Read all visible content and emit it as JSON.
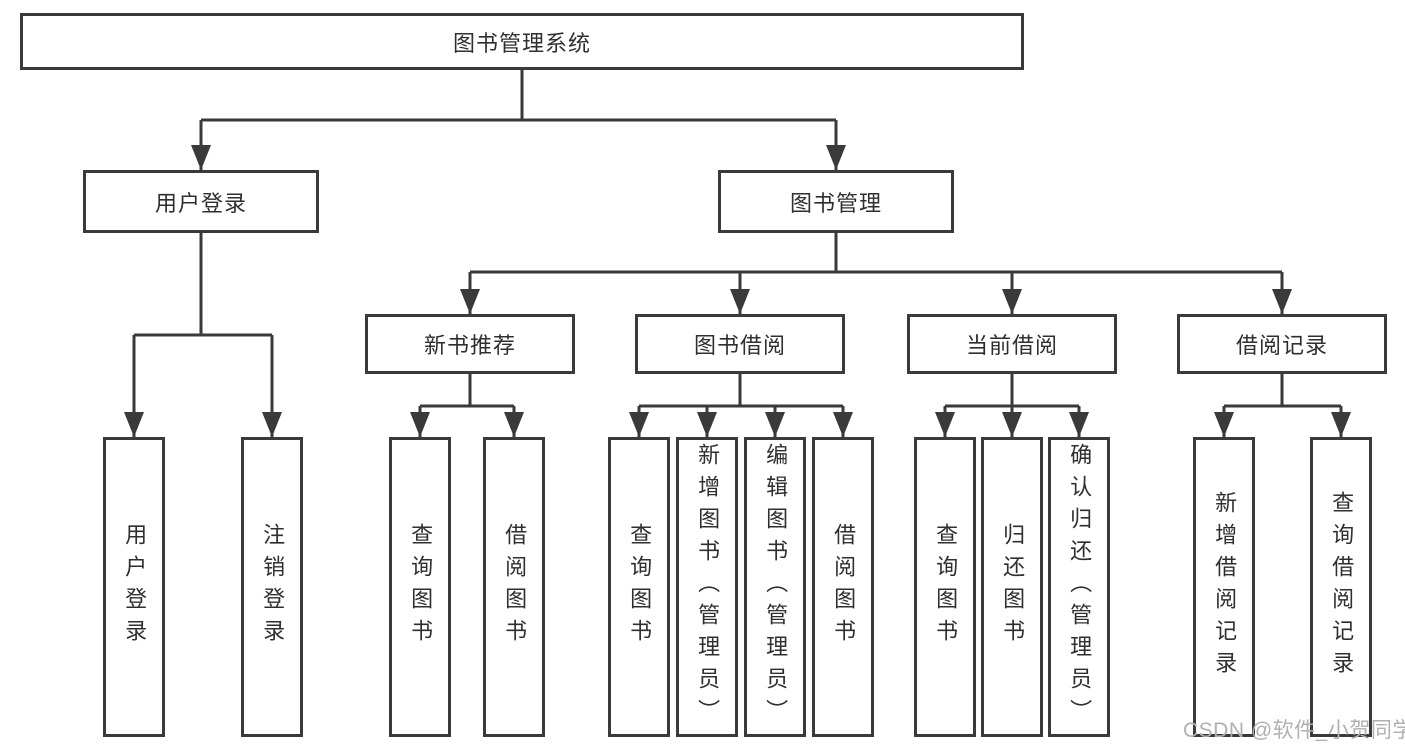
{
  "diagram": {
    "tree": {
      "label": "图书管理系统",
      "children": [
        {
          "label": "用户登录",
          "children": [
            {
              "label": "用户登录"
            },
            {
              "label": "注销登录"
            }
          ]
        },
        {
          "label": "图书管理",
          "children": [
            {
              "label": "新书推荐",
              "children": [
                {
                  "label": "查询图书"
                },
                {
                  "label": "借阅图书"
                }
              ]
            },
            {
              "label": "图书借阅",
              "children": [
                {
                  "label": "查询图书"
                },
                {
                  "label": "新增图书（管理员）"
                },
                {
                  "label": "编辑图书（管理员）"
                },
                {
                  "label": "借阅图书"
                }
              ]
            },
            {
              "label": "当前借阅",
              "children": [
                {
                  "label": "查询图书"
                },
                {
                  "label": "归还图书"
                },
                {
                  "label": "确认归还（管理员）"
                }
              ]
            },
            {
              "label": "借阅记录",
              "children": [
                {
                  "label": "新增借阅记录"
                },
                {
                  "label": "查询借阅记录"
                }
              ]
            }
          ]
        }
      ]
    },
    "colors": {
      "line": "#3a3a3a",
      "text": "#2f2f2f",
      "background": "#ffffff",
      "watermark_color": "#b0b0b0"
    },
    "watermark": "CSDN @软件_小贺同学"
  }
}
